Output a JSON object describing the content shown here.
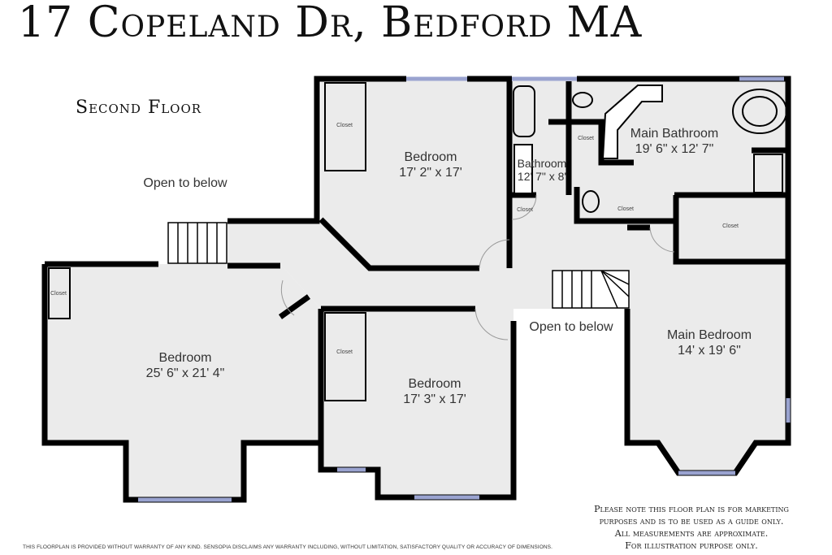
{
  "header": {
    "title": "17 Copeland Dr, Bedford MA",
    "floor_label": "Second Floor"
  },
  "rooms": [
    {
      "name": "Bedroom",
      "size": "25' 6\" x 21' 4\""
    },
    {
      "name": "Bedroom",
      "size": "17' 2\" x 17'"
    },
    {
      "name": "Bedroom",
      "size": "17' 3\" x 17'"
    },
    {
      "name": "Bathroom",
      "size": "12' 7\" x 8'"
    },
    {
      "name": "Main Bathroom",
      "size": "19' 6\" x 12' 7\""
    },
    {
      "name": "Main Bedroom",
      "size": "14' x 19' 6\""
    }
  ],
  "closet_label": "Closet",
  "open_to_below": "Open to below",
  "footer": {
    "note_lines": [
      "Please note this floor plan is for marketing",
      "purposes and is to be used as a guide only.",
      "All measurements are approximate.",
      "For illustration purpose only."
    ],
    "disclaimer": "THIS FLOORPLAN IS PROVIDED WITHOUT WARRANTY OF ANY KIND. SENSOPIA DISCLAIMS ANY WARRANTY INCLUDING, WITHOUT LIMITATION, SATISFACTORY QUALITY OR ACCURACY OF DIMENSIONS."
  },
  "colors": {
    "wall": "#000000",
    "floor": "#ebebeb",
    "window": "#9aa3d0"
  }
}
